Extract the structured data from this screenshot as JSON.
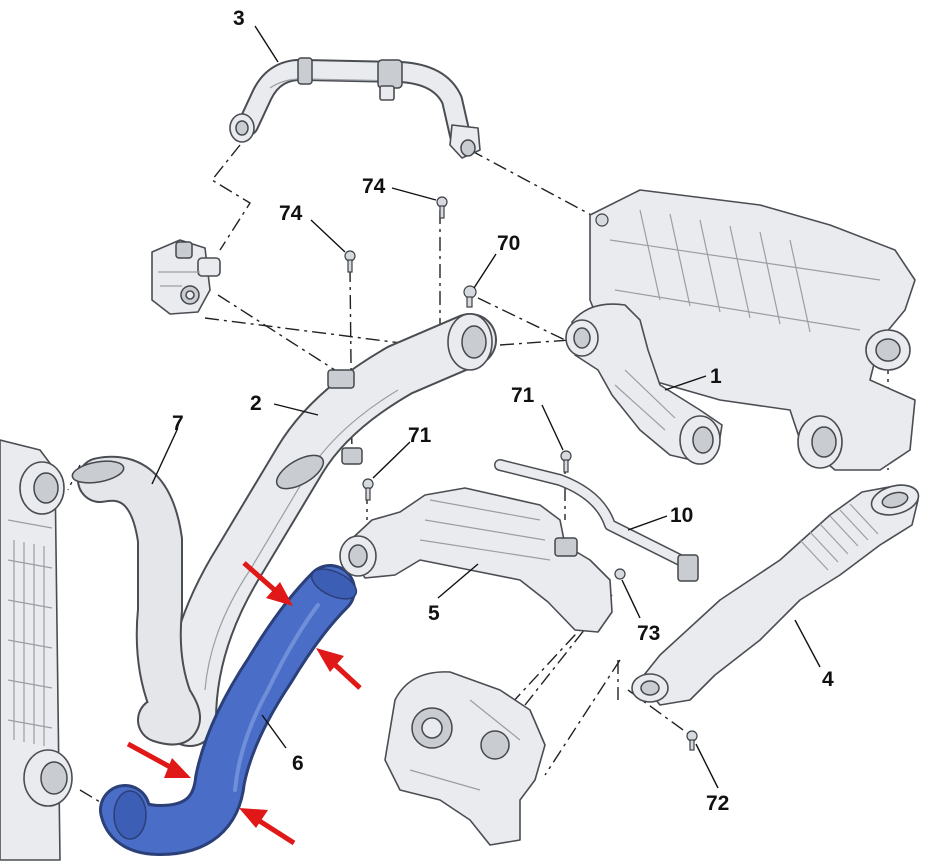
{
  "diagram": {
    "callouts": [
      "3",
      "74",
      "74",
      "70",
      "1",
      "2",
      "71",
      "71",
      "7",
      "10",
      "5",
      "73",
      "6",
      "4",
      "72"
    ]
  },
  "colors": {
    "highlight_hose": "#4a6ec8",
    "arrow": "#e01818",
    "part_fill": "#e9ebee",
    "outline": "#4a4d52"
  },
  "icons": [
    "red-arrow"
  ]
}
